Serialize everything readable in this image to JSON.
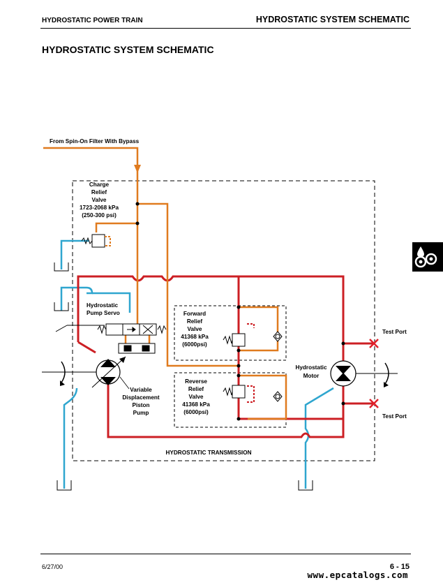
{
  "header": {
    "section": "HYDROSTATIC POWER TRAIN",
    "topic": "HYDROSTATIC SYSTEM SCHEMATIC"
  },
  "page_title": "HYDROSTATIC SYSTEM SCHEMATIC",
  "labels": {
    "filter_source": "From Spin-On Filter With Bypass",
    "charge_relief": [
      "Charge",
      "Relief",
      "Valve",
      "1723-2068 kPa",
      "(250-300 psi)"
    ],
    "pump_servo": [
      "Hydrostatic",
      "Pump Servo"
    ],
    "forward_relief": [
      "Forward",
      "Relief",
      "Valve",
      "41368 kPa",
      "(6000psi)"
    ],
    "reverse_relief": [
      "Reverse",
      "Relief",
      "Valve",
      "41368 kPa",
      "(6000psi)"
    ],
    "pump": [
      "Variable",
      "Displacement",
      "Piston",
      "Pump"
    ],
    "motor": [
      "Hydrostatic",
      "Motor"
    ],
    "test_port_1": "Test Port",
    "test_port_2": "Test Port",
    "transmission": "HYDROSTATIC TRANSMISSION"
  },
  "colors": {
    "charge_oil": "#e07b1f",
    "high_pressure": "#cc1f24",
    "return_oil": "#2fa6cf",
    "test_port_marker": "#e0202a"
  },
  "icons": {
    "section_tab": "gears-oil-drop-icon"
  },
  "footer": {
    "date": "6/27/00",
    "page": "6 - 15",
    "watermark": "www.epcatalogs.com"
  }
}
